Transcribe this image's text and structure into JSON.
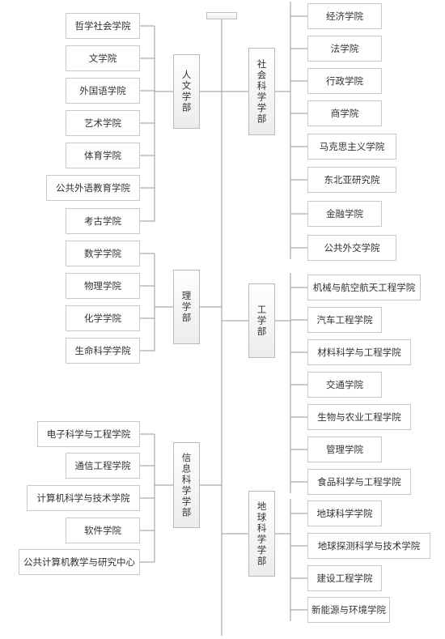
{
  "faculties": [
    {
      "name": "人文学部",
      "colleges": [
        "哲学社会学院",
        "文学院",
        "外国语学院",
        "艺术学院",
        "体育学院",
        "公共外语教育学院",
        "考古学院"
      ]
    },
    {
      "name": "社会科学学部",
      "colleges": [
        "经济学院",
        "法学院",
        "行政学院",
        "商学院",
        "马克思主义学院",
        "东北亚研究院",
        "金融学院",
        "公共外交学院"
      ]
    },
    {
      "name": "理学部",
      "colleges": [
        "数学学院",
        "物理学院",
        "化学学院",
        "生命科学学院"
      ]
    },
    {
      "name": "工学部",
      "colleges": [
        "机械与航空航天工程学院",
        "汽车工程学院",
        "材料科学与工程学院",
        "交通学院",
        "生物与农业工程学院",
        "管理学院",
        "食品科学与工程学院"
      ]
    },
    {
      "name": "信息科学学部",
      "colleges": [
        "电子科学与工程学院",
        "通信工程学院",
        "计算机科学与技术学院",
        "软件学院",
        "公共计算机教学与研究中心"
      ]
    },
    {
      "name": "地球科学学部",
      "colleges": [
        "地球科学学院",
        "地球探测科学与技术学院",
        "建设工程学院",
        "新能源与环境学院"
      ]
    }
  ]
}
